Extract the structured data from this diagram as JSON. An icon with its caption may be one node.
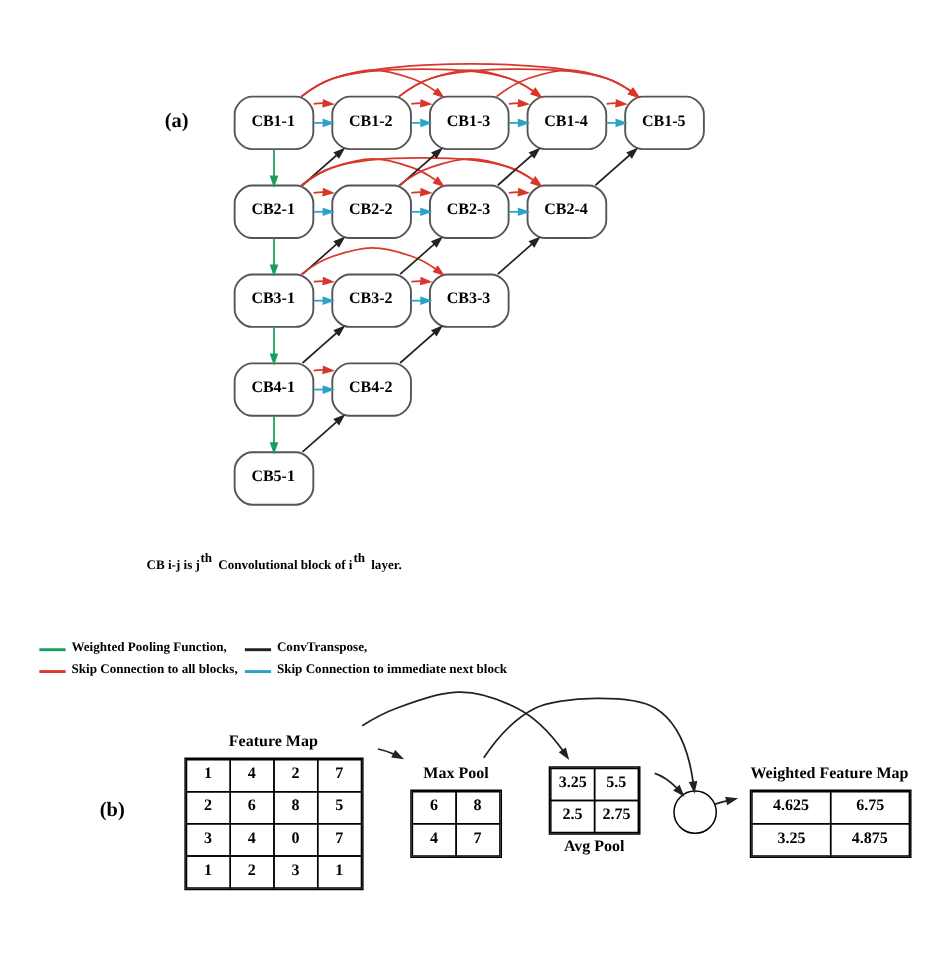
{
  "diagram": {
    "nodes": [
      {
        "text": [
          "CB1-1"
        ]
      },
      {
        "text": [
          "CB1-2"
        ]
      },
      {
        "text": [
          "CB1-3"
        ]
      },
      {
        "text": [
          "CB1-4"
        ]
      },
      {
        "text": [
          "CB1-5"
        ]
      },
      {
        "text": [
          "CB2-1"
        ]
      },
      {
        "text": [
          "CB2-2"
        ]
      },
      {
        "text": [
          "CB2-3"
        ]
      },
      {
        "text": [
          "CB2-4"
        ]
      },
      {
        "text": [
          "CB3-1"
        ]
      },
      {
        "text": [
          "CB3-2"
        ]
      },
      {
        "text": [
          "CB3-3"
        ]
      },
      {
        "text": [
          "CB4-1"
        ]
      },
      {
        "text": [
          "CB4-2"
        ]
      },
      {
        "text": [
          "CB5-1"
        ]
      },
      {
        "text": [
          "Feature Map",
          "1",
          "4",
          "2",
          "7",
          "2",
          "6",
          "8",
          "5",
          "3",
          "4",
          "0",
          "7",
          "1",
          "2",
          "3",
          "1"
        ]
      },
      {
        "text": [
          "Max Pool",
          "6",
          "8",
          "4",
          "7"
        ]
      },
      {
        "text": [
          "3.25",
          "5.5",
          "2.5",
          "2.75",
          "Avg Pool"
        ]
      },
      {
        "text": [],
        "shape": "circle"
      },
      {
        "text": [
          "Weighted Feature Map",
          "4.625",
          "6.75",
          "3.25",
          "4.875"
        ]
      }
    ],
    "edges": [
      {
        "from": 0,
        "to": 1,
        "arrow": "to",
        "color": "#29a3c9"
      },
      {
        "from": 1,
        "to": 2,
        "arrow": "to",
        "color": "#29a3c9"
      },
      {
        "from": 2,
        "to": 3,
        "arrow": "to",
        "color": "#29a3c9"
      },
      {
        "from": 3,
        "to": 4,
        "arrow": "to",
        "color": "#29a3c9"
      },
      {
        "from": 5,
        "to": 6,
        "arrow": "to",
        "color": "#29a3c9"
      },
      {
        "from": 6,
        "to": 7,
        "arrow": "to",
        "color": "#29a3c9"
      },
      {
        "from": 7,
        "to": 8,
        "arrow": "to",
        "color": "#29a3c9"
      },
      {
        "from": 9,
        "to": 10,
        "arrow": "to",
        "color": "#29a3c9"
      },
      {
        "from": 10,
        "to": 11,
        "arrow": "to",
        "color": "#29a3c9"
      },
      {
        "from": 12,
        "to": 13,
        "arrow": "to",
        "color": "#29a3c9"
      },
      {
        "from": 0,
        "to": 5,
        "arrow": "to",
        "color": "#1a9e5c"
      },
      {
        "from": 5,
        "to": 9,
        "arrow": "to",
        "color": "#1a9e5c"
      },
      {
        "from": 9,
        "to": 12,
        "arrow": "to",
        "color": "#1a9e5c"
      },
      {
        "from": 12,
        "to": 14,
        "arrow": "to",
        "color": "#1a9e5c"
      },
      {
        "from": 5,
        "to": 1,
        "arrow": "to",
        "color": "#222222"
      },
      {
        "from": 6,
        "to": 2,
        "arrow": "to",
        "color": "#222222"
      },
      {
        "from": 7,
        "to": 3,
        "arrow": "to",
        "color": "#222222"
      },
      {
        "from": 8,
        "to": 4,
        "arrow": "to",
        "color": "#222222"
      },
      {
        "from": 9,
        "to": 6,
        "arrow": "to",
        "color": "#222222"
      },
      {
        "from": 10,
        "to": 7,
        "arrow": "to",
        "color": "#222222"
      },
      {
        "from": 11,
        "to": 8,
        "arrow": "to",
        "color": "#222222"
      },
      {
        "from": 12,
        "to": 10,
        "arrow": "to",
        "color": "#222222"
      },
      {
        "from": 13,
        "to": 11,
        "arrow": "to",
        "color": "#222222"
      },
      {
        "from": 14,
        "to": 13,
        "arrow": "to",
        "color": "#222222"
      },
      {
        "from": 0,
        "to": 1,
        "arrow": "to",
        "color": "#d9372b"
      },
      {
        "from": 0,
        "to": 2,
        "arrow": "to",
        "color": "#d9372b"
      },
      {
        "from": 0,
        "to": 3,
        "arrow": "to",
        "color": "#d9372b"
      },
      {
        "from": 0,
        "to": 4,
        "arrow": "to",
        "color": "#d9372b"
      },
      {
        "from": 1,
        "to": 2,
        "arrow": "to",
        "color": "#d9372b"
      },
      {
        "from": 1,
        "to": 3,
        "arrow": "to",
        "color": "#d9372b"
      },
      {
        "from": 1,
        "to": 4,
        "arrow": "to",
        "color": "#d9372b"
      },
      {
        "from": 2,
        "to": 3,
        "arrow": "to",
        "color": "#d9372b"
      },
      {
        "from": 2,
        "to": 4,
        "arrow": "to",
        "color": "#d9372b"
      },
      {
        "from": 3,
        "to": 4,
        "arrow": "to",
        "color": "#d9372b"
      },
      {
        "from": 5,
        "to": 6,
        "arrow": "to",
        "color": "#d9372b"
      },
      {
        "from": 5,
        "to": 7,
        "arrow": "to",
        "color": "#d9372b"
      },
      {
        "from": 5,
        "to": 8,
        "arrow": "to",
        "color": "#d9372b"
      },
      {
        "from": 6,
        "to": 7,
        "arrow": "to",
        "color": "#d9372b"
      },
      {
        "from": 6,
        "to": 8,
        "arrow": "to",
        "color": "#d9372b"
      },
      {
        "from": 7,
        "to": 8,
        "arrow": "to",
        "color": "#d9372b"
      },
      {
        "from": 9,
        "to": 10,
        "arrow": "to",
        "color": "#d9372b"
      },
      {
        "from": 9,
        "to": 11,
        "arrow": "to",
        "color": "#d9372b"
      },
      {
        "from": 10,
        "to": 11,
        "arrow": "to",
        "color": "#d9372b"
      },
      {
        "from": 12,
        "to": 13,
        "arrow": "to",
        "color": "#d9372b"
      },
      {
        "from": 15,
        "to": 16,
        "arrow": "to",
        "color": "#222222"
      },
      {
        "from": 15,
        "to": 17,
        "arrow": "to",
        "color": "#222222"
      },
      {
        "from": 16,
        "to": 18,
        "arrow": "to",
        "color": "#222222"
      },
      {
        "from": 17,
        "to": 18,
        "arrow": "to",
        "color": "#222222"
      },
      {
        "from": 18,
        "to": 19,
        "arrow": "to",
        "color": "#222222"
      }
    ],
    "labels": [
      "(a)",
      "CB i-j is j$^{th}$ Convolutional block of i$^{th}$ layer.",
      "(b)"
    ],
    "legend": [
      {
        "text": "Weighted Pooling Function,",
        "color": "#1a9e5c"
      },
      {
        "text": "ConvTranspose,",
        "color": "#222222"
      },
      {
        "text": "Skip Connection to all blocks,",
        "color": "#d9372b"
      },
      {
        "text": "Skip Connection to immediate next block",
        "color": "#29a3c9"
      }
    ]
  }
}
